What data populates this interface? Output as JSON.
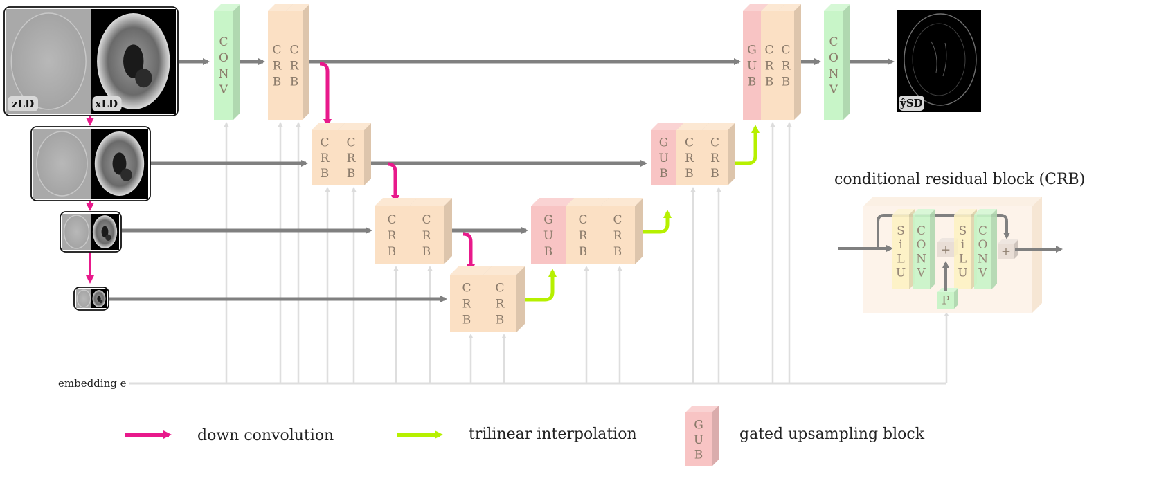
{
  "blocks": {
    "conv": [
      "C",
      "O",
      "N",
      "V"
    ],
    "crb": [
      "C",
      "R",
      "B"
    ],
    "gub": [
      "G",
      "U",
      "B"
    ],
    "silu": [
      "S",
      "i",
      "L",
      "U"
    ],
    "plus": "+",
    "p": "P"
  },
  "images": {
    "z_label": "zLD",
    "x_label": "xLD",
    "out_label": "ŷSD"
  },
  "embedding_label": "embedding e",
  "crb_detail_title": "conditional residual block (CRB)",
  "legend": {
    "down": "down convolution",
    "trilinear": "trilinear interpolation",
    "gub": "gated upsampling block"
  },
  "colors": {
    "conv": "#c8f5c8",
    "crb": "#fbe0c4",
    "gub": "#f8c4c4",
    "silu": "#fdf2c4",
    "skip": "#808080",
    "down": "#e8198b",
    "trilinear": "#b6f000",
    "embed": "#dedede"
  }
}
